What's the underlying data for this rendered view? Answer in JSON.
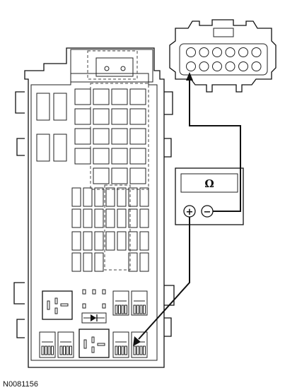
{
  "figure": {
    "code": "N0081156"
  },
  "meter": {
    "display_symbol": "Ω",
    "positive_symbol": "+",
    "negative_symbol": "−"
  },
  "connector": {
    "pin_count": 12
  },
  "fuse_box": {
    "diode_symbol": "⊣◀⊢"
  }
}
